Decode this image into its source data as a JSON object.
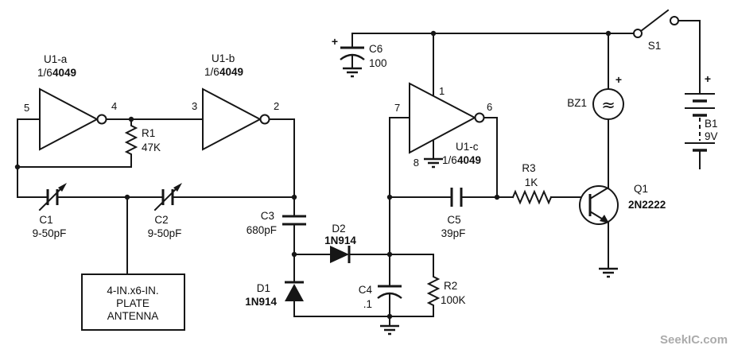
{
  "watermark": "SeekIC.com",
  "gates": {
    "u1a": {
      "label": "U1-a",
      "fraction": "1/6",
      "part": "4049",
      "pin_in": "5",
      "pin_out": "4"
    },
    "u1b": {
      "label": "U1-b",
      "fraction": "1/6",
      "part": "4049",
      "pin_in": "3",
      "pin_out": "2"
    },
    "u1c": {
      "label": "U1-c",
      "fraction": "1/6",
      "part": "4049",
      "pin_in": "7",
      "pin_out": "6",
      "pin_power": "1",
      "pin_ground": "8"
    }
  },
  "parts": {
    "r1": {
      "ref": "R1",
      "value": "47K"
    },
    "r2": {
      "ref": "R2",
      "value": "100K"
    },
    "r3": {
      "ref": "R3",
      "value": "1K"
    },
    "c1": {
      "ref": "C1",
      "value": "9-50pF"
    },
    "c2": {
      "ref": "C2",
      "value": "9-50pF"
    },
    "c3": {
      "ref": "C3",
      "value": "680pF"
    },
    "c4": {
      "ref": "C4",
      "value": ".1"
    },
    "c5": {
      "ref": "C5",
      "value": "39pF"
    },
    "c6": {
      "ref": "C6",
      "value": "100",
      "plus": "+"
    },
    "d1": {
      "ref": "D1",
      "value": "1N914"
    },
    "d2": {
      "ref": "D2",
      "value": "1N914"
    },
    "q1": {
      "ref": "Q1",
      "value": "2N2222"
    },
    "bz1": {
      "ref": "BZ1",
      "plus": "+",
      "symbol": "≈"
    },
    "b1": {
      "ref": "B1",
      "value": "9V",
      "plus": "+"
    },
    "s1": {
      "ref": "S1"
    }
  },
  "antenna": {
    "line1": "4-IN.x6-IN.",
    "line2": "PLATE",
    "line3": "ANTENNA"
  }
}
